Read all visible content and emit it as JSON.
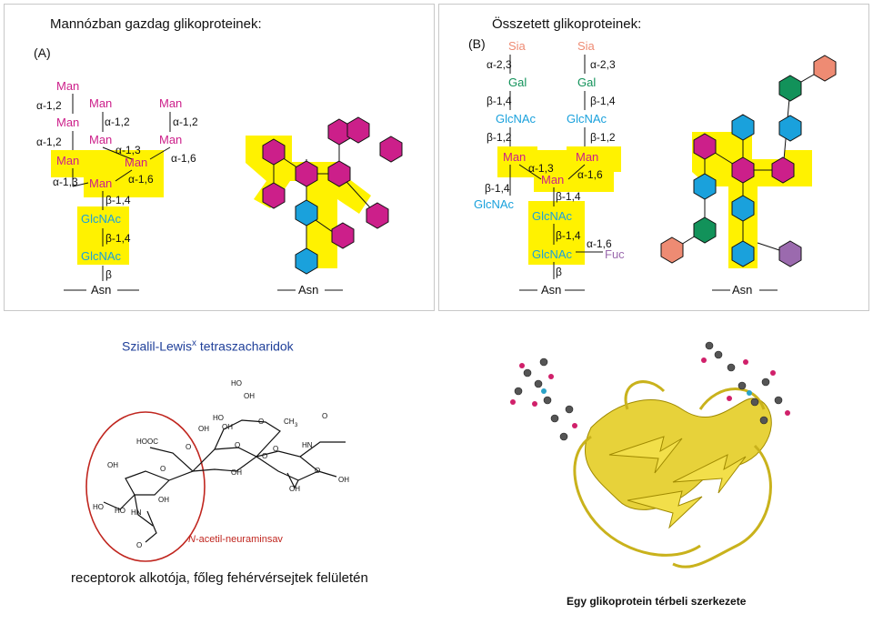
{
  "panelA": {
    "title": "Mannózban gazdag glikoproteinek:",
    "letter": "(A)",
    "asn": "Asn",
    "asn_icon": "Asn",
    "labels": {
      "man": "Man",
      "glcnac": "GlcNAc",
      "a12": "α-1,2",
      "a13": "α-1,3",
      "a16": "α-1,6",
      "b14": "β-1,4",
      "b": "β"
    }
  },
  "panelB": {
    "title": "Összetett glikoproteinek:",
    "letter": "(B)",
    "asn": "Asn",
    "asn_icon": "Asn",
    "labels": {
      "sia": "Sia",
      "gal": "Gal",
      "glcnac": "GlcNAc",
      "man": "Man",
      "fuc": "Fuc",
      "a23": "α-2,3",
      "a13": "α-1,3",
      "a16": "α-1,6",
      "b14": "β-1,4",
      "b12": "β-1,2",
      "b": "β"
    }
  },
  "lewis": {
    "title_main": "Szialil-Lewis",
    "title_sup": "x",
    "title_rest": " tetraszacharidok",
    "nana_italic": "N",
    "nana_rest": "-acetil-neuraminsav",
    "caption": "receptorok alkotója, főleg fehérvérsejtek felületén",
    "atoms": {
      "o": "O",
      "ho": "HO",
      "oh": "OH",
      "hooc": "HOOC",
      "hn": "HN",
      "ch3": "CH",
      "three": "3"
    }
  },
  "structure": {
    "caption": "Egy glikoprotein térbeli szerkezete"
  },
  "colors": {
    "man": "#cc1f8a",
    "glcnac": "#1aa1dc",
    "gal": "#12925a",
    "sia": "#ee8b73",
    "fuc": "#9b6aae",
    "highlight": "#fff200",
    "lewis_title": "#1f3f99",
    "nana_red": "#c0261f"
  }
}
